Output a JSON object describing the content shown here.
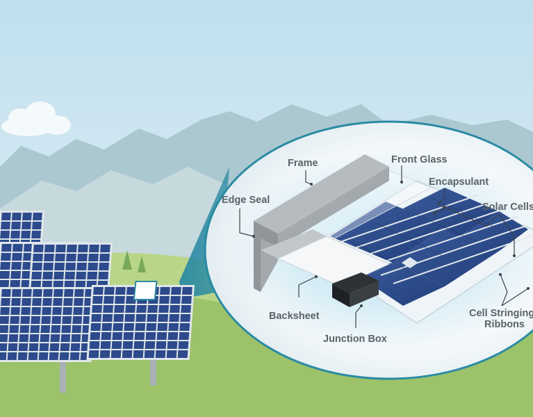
{
  "labels": {
    "frame": "Frame",
    "front_glass": "Front Glass",
    "encapsulant": "Encapsulant",
    "edge_seal": "Edge Seal",
    "solar_cells": "Solar Cells",
    "backsheet": "Backsheet",
    "junction_box": "Junction Box",
    "cell_stringing_line1": "Cell Stringing",
    "cell_stringing_line2": "Ribbons"
  },
  "colors": {
    "sky_top": "#bfdfee",
    "sky_bottom": "#e6f2f6",
    "mountain_far": "#a9c6cf",
    "mountain_near": "#c4d8dc",
    "grass": "#9cc26a",
    "grass_light": "#b5d27e",
    "panel_cell": "#2c4a8c",
    "panel_frame": "#dfe6ea",
    "callout_border": "#2b8aa3",
    "callout_wedge": "#2f8ea7",
    "frame_gray": "#8f9599",
    "leader_line": "#3b4247",
    "label_text": "#5a6369"
  },
  "icons": [
    "cloud-icon",
    "tree-icon"
  ]
}
